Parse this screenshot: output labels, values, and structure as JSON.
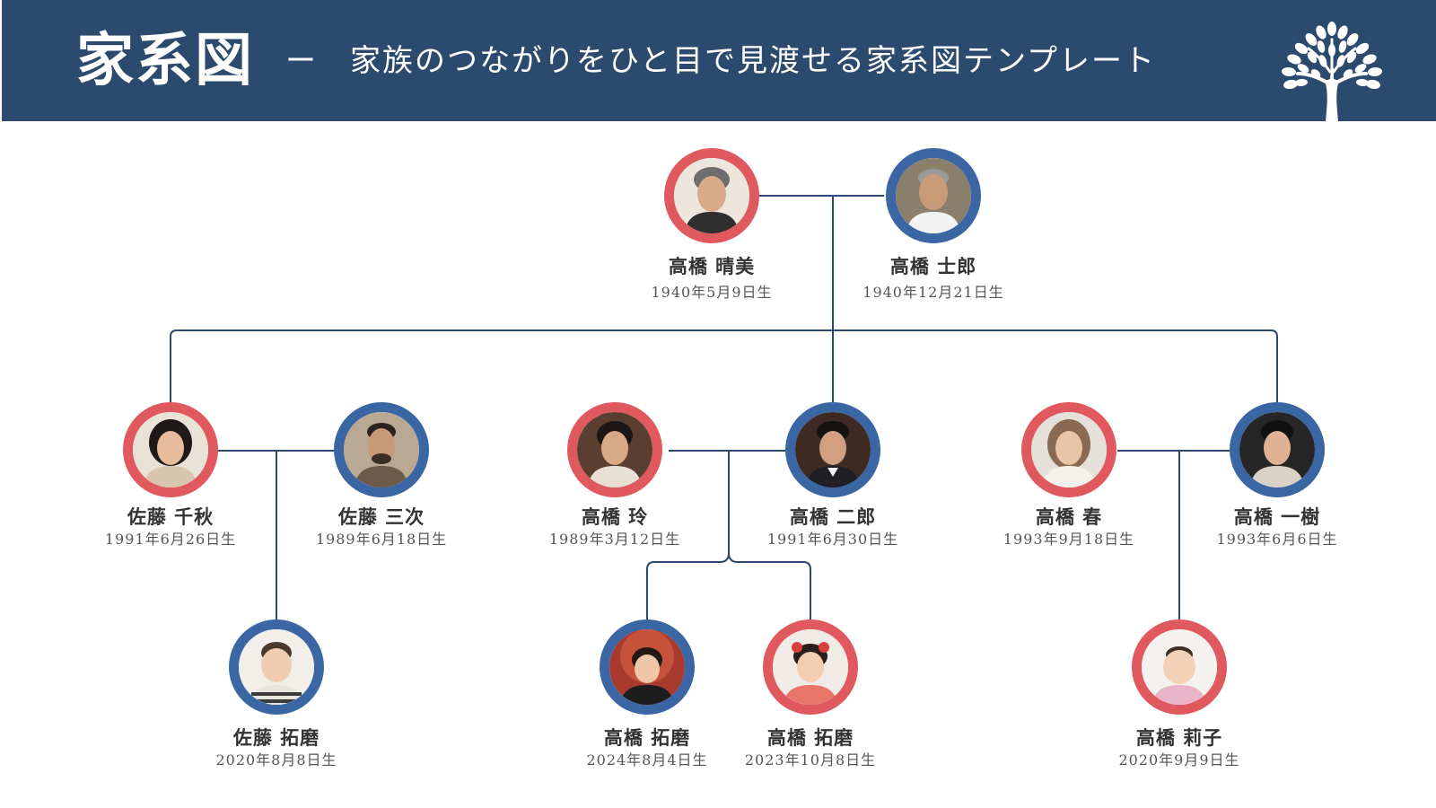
{
  "header": {
    "title": "家系図",
    "separator": "ー",
    "subtitle": "家族のつながりをひと目で見渡せる家系図テンプレート",
    "icon": "tree-icon",
    "background_color": "#2c4a6e"
  },
  "colors": {
    "female_ring": "#e0595f",
    "male_ring": "#3a67a3",
    "connector": "#2c4a6e"
  },
  "people": [
    {
      "id": "grandmother",
      "name": "高橋 晴美",
      "birth": "1940年5月9日生",
      "gender": "female",
      "icon": "avatar-photo"
    },
    {
      "id": "grandfather",
      "name": "高橋 士郎",
      "birth": "1940年12月21日生",
      "gender": "male",
      "icon": "avatar-photo"
    },
    {
      "id": "chiaki",
      "name": "佐藤 千秋",
      "birth": "1991年6月26日生",
      "gender": "female",
      "icon": "avatar-photo"
    },
    {
      "id": "sanji",
      "name": "佐藤 三次",
      "birth": "1989年6月18日生",
      "gender": "male",
      "icon": "avatar-photo"
    },
    {
      "id": "rei",
      "name": "高橋 玲",
      "birth": "1989年3月12日生",
      "gender": "female",
      "icon": "avatar-photo"
    },
    {
      "id": "jiro",
      "name": "高橋 二郎",
      "birth": "1991年6月30日生",
      "gender": "male",
      "icon": "avatar-photo"
    },
    {
      "id": "haru",
      "name": "高橋 春",
      "birth": "1993年9月18日生",
      "gender": "female",
      "icon": "avatar-photo"
    },
    {
      "id": "kazuki",
      "name": "高橋 一樹",
      "birth": "1993年6月6日生",
      "gender": "male",
      "icon": "avatar-photo"
    },
    {
      "id": "sato-takuma",
      "name": "佐藤 拓磨",
      "birth": "2020年8月8日生",
      "gender": "male",
      "icon": "avatar-photo"
    },
    {
      "id": "takahashi-takuma-2024",
      "name": "高橋 拓磨",
      "birth": "2024年8月4日生",
      "gender": "male",
      "icon": "avatar-photo"
    },
    {
      "id": "takahashi-takuma-2023",
      "name": "高橋 拓磨",
      "birth": "2023年10月8日生",
      "gender": "female",
      "icon": "avatar-photo"
    },
    {
      "id": "riko",
      "name": "高橋 莉子",
      "birth": "2020年9月9日生",
      "gender": "female",
      "icon": "avatar-photo"
    }
  ]
}
